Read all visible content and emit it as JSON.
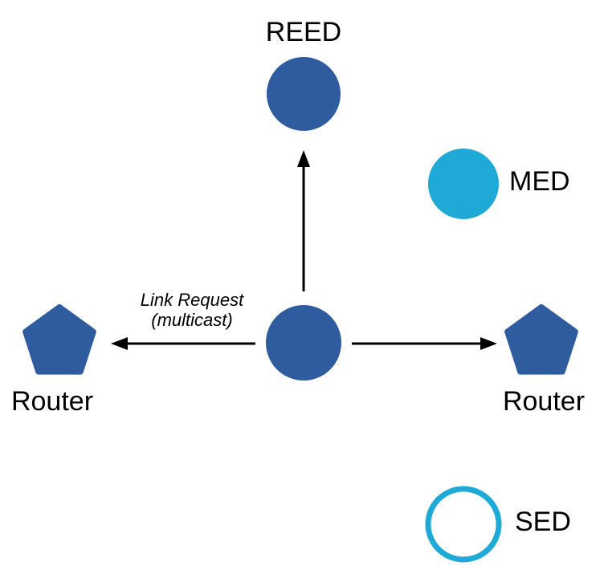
{
  "diagram": {
    "type": "network-topology",
    "nodes": {
      "reed": {
        "label": "REED",
        "shape": "circle",
        "fill_color": "#2E5C9E"
      },
      "med": {
        "label": "MED",
        "shape": "circle",
        "fill_color": "#1FA9D6"
      },
      "center": {
        "label": "",
        "shape": "circle",
        "fill_color": "#2E5C9E",
        "role": "joining-device"
      },
      "router_left": {
        "label": "Router",
        "shape": "pentagon",
        "fill_color": "#2E5C9E"
      },
      "router_right": {
        "label": "Router",
        "shape": "pentagon",
        "fill_color": "#2E5C9E"
      },
      "sed": {
        "label": "SED",
        "shape": "circle-outline",
        "stroke_color": "#1FA9D6"
      }
    },
    "annotation": {
      "line1": "Link Request",
      "line2": "(multicast)"
    },
    "arrows": [
      {
        "from": "center",
        "to": "reed",
        "direction": "up"
      },
      {
        "from": "center",
        "to": "router_left",
        "direction": "left",
        "label": "Link Request (multicast)"
      },
      {
        "from": "center",
        "to": "router_right",
        "direction": "right"
      }
    ]
  },
  "colors": {
    "node_blue": "#2E5C9E",
    "node_cyan": "#1FA9D6",
    "arrow": "#000000",
    "text": "#000000",
    "background": "#FFFFFF"
  }
}
